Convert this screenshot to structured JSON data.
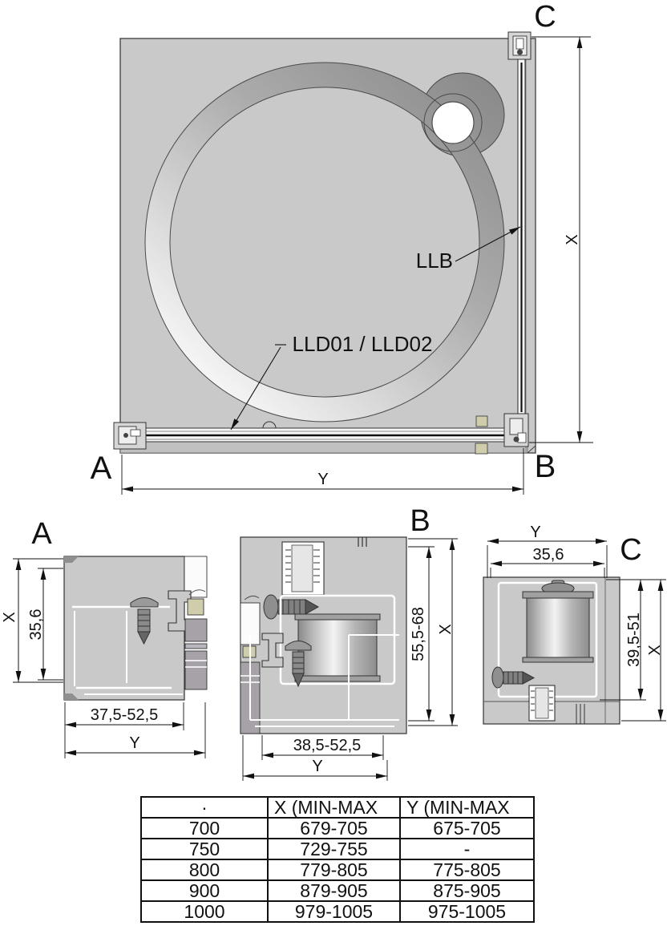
{
  "plan": {
    "corner_a": "A",
    "corner_b": "B",
    "corner_c": "C",
    "dim_x": "X",
    "dim_y": "Y",
    "label_llb": "LLB",
    "label_doors": "LLD01 / LLD02"
  },
  "detail_a": {
    "title": "A",
    "dim_x": "X",
    "dim_y": "Y",
    "height_inner": "35,6",
    "width_range": "37,5-52,5"
  },
  "detail_b": {
    "title": "B",
    "dim_x": "X",
    "dim_y": "Y",
    "height_range": "55,5-68",
    "width_range": "38,5-52,5"
  },
  "detail_c": {
    "title": "C",
    "dim_x": "X",
    "dim_y": "Y",
    "width_inner": "35,6",
    "height_range": "39,5-51"
  },
  "table": {
    "headers": [
      "·",
      "X (MIN-MAX",
      "Y (MIN-MAX"
    ],
    "rows": [
      [
        "700",
        "679-705",
        "675-705"
      ],
      [
        "750",
        "729-755",
        "-"
      ],
      [
        "800",
        "779-805",
        "775-805"
      ],
      [
        "900",
        "879-905",
        "875-905"
      ],
      [
        "1000",
        "979-1005",
        "975-1005"
      ]
    ]
  },
  "colors": {
    "panel_gray": "#c9c9c9",
    "line": "#111111",
    "pad_beige": "#cfcdab",
    "block_gray": "#a6a2a8"
  }
}
